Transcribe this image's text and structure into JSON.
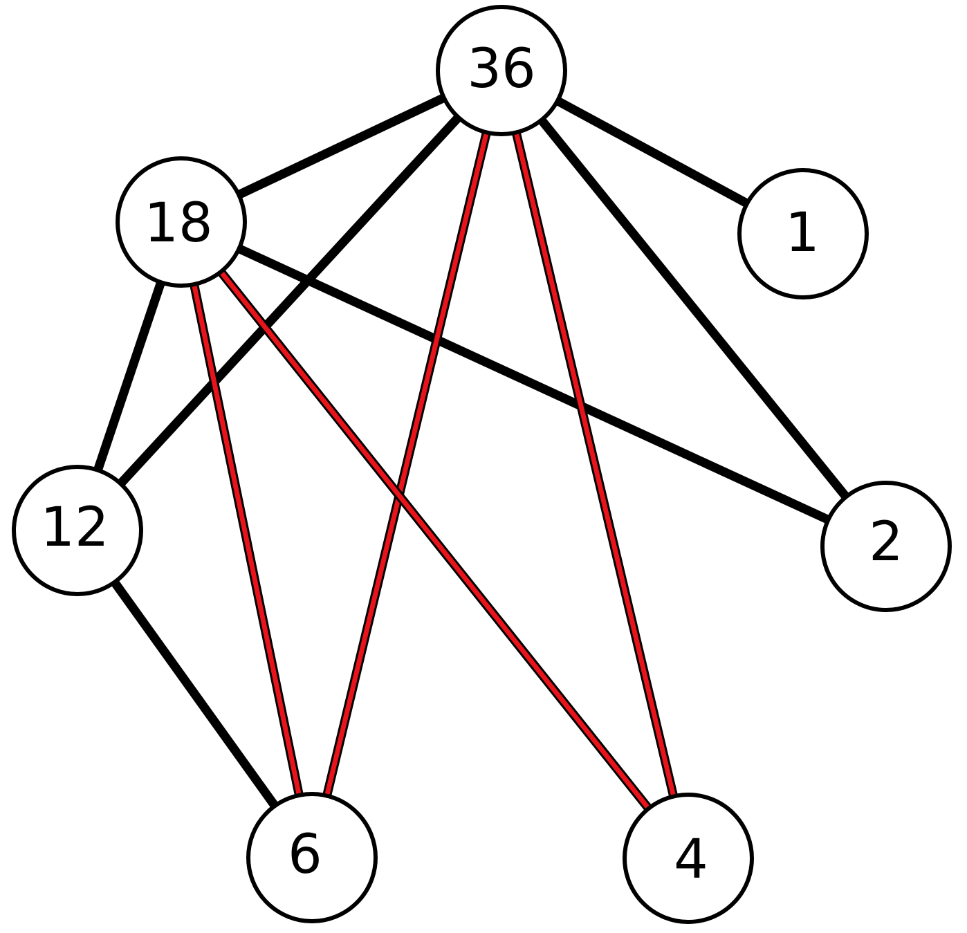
{
  "colors": {
    "node_fill": "#ffffff",
    "node_stroke": "#000000",
    "edge_black": "#000000",
    "edge_red": "#e8141b"
  },
  "nodes": [
    {
      "id": "n36",
      "label": "36"
    },
    {
      "id": "n18",
      "label": "18"
    },
    {
      "id": "n1",
      "label": "1"
    },
    {
      "id": "n12",
      "label": "12"
    },
    {
      "id": "n2",
      "label": "2"
    },
    {
      "id": "n6",
      "label": "6"
    },
    {
      "id": "n4",
      "label": "4"
    }
  ],
  "edges": [
    {
      "from": "n36",
      "to": "n18",
      "color": "black"
    },
    {
      "from": "n36",
      "to": "n1",
      "color": "black"
    },
    {
      "from": "n36",
      "to": "n12",
      "color": "black"
    },
    {
      "from": "n36",
      "to": "n2",
      "color": "black"
    },
    {
      "from": "n18",
      "to": "n12",
      "color": "black"
    },
    {
      "from": "n18",
      "to": "n2",
      "color": "black"
    },
    {
      "from": "n12",
      "to": "n6",
      "color": "black"
    },
    {
      "from": "n36",
      "to": "n6",
      "color": "red"
    },
    {
      "from": "n36",
      "to": "n4",
      "color": "red"
    },
    {
      "from": "n18",
      "to": "n6",
      "color": "red"
    },
    {
      "from": "n18",
      "to": "n4",
      "color": "red"
    }
  ]
}
